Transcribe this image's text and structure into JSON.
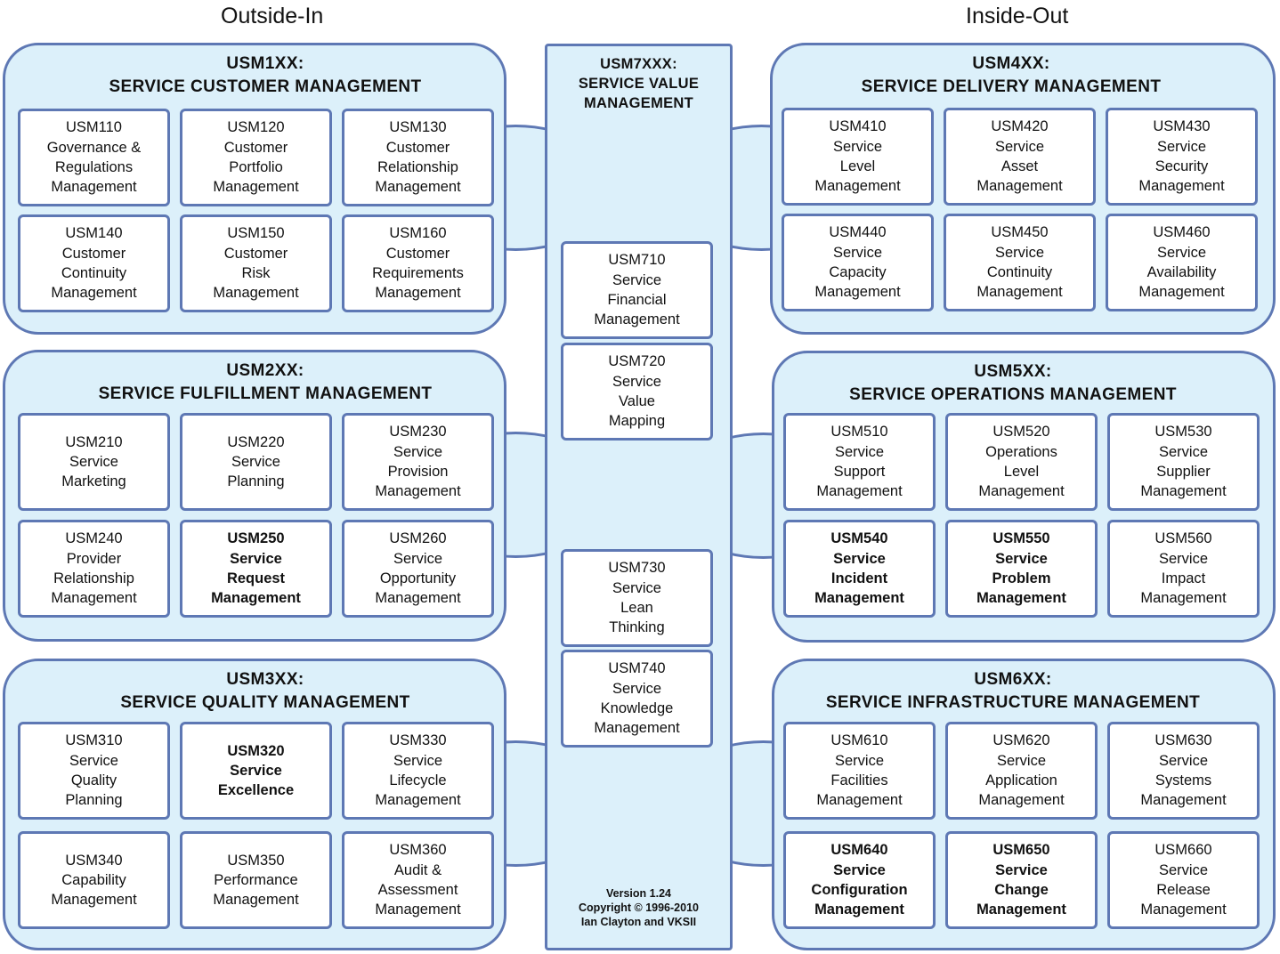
{
  "headings": {
    "left": "Outside-In",
    "right": "Inside-Out"
  },
  "groups": [
    {
      "code": "USM1XX:",
      "title": "SERVICE CUSTOMER MANAGEMENT",
      "boxes": [
        {
          "lines": [
            "USM110",
            "Governance &",
            "Regulations",
            "Management"
          ],
          "bold": false
        },
        {
          "lines": [
            "USM120",
            "Customer",
            "Portfolio",
            "Management"
          ],
          "bold": false
        },
        {
          "lines": [
            "USM130",
            "Customer",
            "Relationship",
            "Management"
          ],
          "bold": false
        },
        {
          "lines": [
            "USM140",
            "Customer",
            "Continuity",
            "Management"
          ],
          "bold": false
        },
        {
          "lines": [
            "USM150",
            "Customer",
            "Risk",
            "Management"
          ],
          "bold": false
        },
        {
          "lines": [
            "USM160",
            "Customer",
            "Requirements",
            "Management"
          ],
          "bold": false
        }
      ]
    },
    {
      "code": "USM2XX:",
      "title": "SERVICE FULFILLMENT MANAGEMENT",
      "boxes": [
        {
          "lines": [
            "USM210",
            "Service",
            "Marketing"
          ],
          "bold": false
        },
        {
          "lines": [
            "USM220",
            "Service",
            "Planning"
          ],
          "bold": false
        },
        {
          "lines": [
            "USM230",
            "Service",
            "Provision",
            "Management"
          ],
          "bold": false
        },
        {
          "lines": [
            "USM240",
            "Provider",
            "Relationship",
            "Management"
          ],
          "bold": false
        },
        {
          "lines": [
            "USM250",
            "Service",
            "Request",
            "Management"
          ],
          "bold": true
        },
        {
          "lines": [
            "USM260",
            "Service",
            "Opportunity",
            "Management"
          ],
          "bold": false
        }
      ]
    },
    {
      "code": "USM3XX:",
      "title": "SERVICE QUALITY MANAGEMENT",
      "boxes": [
        {
          "lines": [
            "USM310",
            "Service",
            "Quality",
            "Planning"
          ],
          "bold": false
        },
        {
          "lines": [
            "USM320",
            "Service",
            "Excellence"
          ],
          "bold": true
        },
        {
          "lines": [
            "USM330",
            "Service",
            "Lifecycle",
            "Management"
          ],
          "bold": false
        },
        {
          "lines": [
            "USM340",
            "Capability",
            "Management"
          ],
          "bold": false
        },
        {
          "lines": [
            "USM350",
            "Performance",
            "Management"
          ],
          "bold": false
        },
        {
          "lines": [
            "USM360",
            "Audit &",
            "Assessment",
            "Management"
          ],
          "bold": false
        }
      ]
    },
    {
      "code": "USM4XX:",
      "title": "SERVICE DELIVERY MANAGEMENT",
      "boxes": [
        {
          "lines": [
            "USM410",
            "Service",
            "Level",
            "Management"
          ],
          "bold": false
        },
        {
          "lines": [
            "USM420",
            "Service",
            "Asset",
            "Management"
          ],
          "bold": false
        },
        {
          "lines": [
            "USM430",
            "Service",
            "Security",
            "Management"
          ],
          "bold": false
        },
        {
          "lines": [
            "USM440",
            "Service",
            "Capacity",
            "Management"
          ],
          "bold": false
        },
        {
          "lines": [
            "USM450",
            "Service",
            "Continuity",
            "Management"
          ],
          "bold": false
        },
        {
          "lines": [
            "USM460",
            "Service",
            "Availability",
            "Management"
          ],
          "bold": false
        }
      ]
    },
    {
      "code": "USM5XX:",
      "title": "SERVICE OPERATIONS MANAGEMENT",
      "boxes": [
        {
          "lines": [
            "USM510",
            "Service",
            "Support",
            "Management"
          ],
          "bold": false
        },
        {
          "lines": [
            "USM520",
            "Operations",
            "Level",
            "Management"
          ],
          "bold": false
        },
        {
          "lines": [
            "USM530",
            "Service",
            "Supplier",
            "Management"
          ],
          "bold": false
        },
        {
          "lines": [
            "USM540",
            "Service",
            "Incident",
            "Management"
          ],
          "bold": true
        },
        {
          "lines": [
            "USM550",
            "Service",
            "Problem",
            "Management"
          ],
          "bold": true
        },
        {
          "lines": [
            "USM560",
            "Service",
            "Impact",
            "Management"
          ],
          "bold": false
        }
      ]
    },
    {
      "code": "USM6XX:",
      "title": "SERVICE INFRASTRUCTURE MANAGEMENT",
      "boxes": [
        {
          "lines": [
            "USM610",
            "Service",
            "Facilities",
            "Management"
          ],
          "bold": false
        },
        {
          "lines": [
            "USM620",
            "Service",
            "Application",
            "Management"
          ],
          "bold": false
        },
        {
          "lines": [
            "USM630",
            "Service",
            "Systems",
            "Management"
          ],
          "bold": false
        },
        {
          "lines": [
            "USM640",
            "Service",
            "Configuration",
            "Management"
          ],
          "bold": true
        },
        {
          "lines": [
            "USM650",
            "Service",
            "Change",
            "Management"
          ],
          "bold": true
        },
        {
          "lines": [
            "USM660",
            "Service",
            "Release",
            "Management"
          ],
          "bold": false
        }
      ]
    }
  ],
  "pillar": {
    "lines": [
      "USM7XXX:",
      "SERVICE VALUE",
      "MANAGEMENT"
    ],
    "boxes": [
      {
        "lines": [
          "USM710",
          "Service",
          "Financial",
          "Management"
        ],
        "bold": false
      },
      {
        "lines": [
          "USM720",
          "Service",
          "Value",
          "Mapping"
        ],
        "bold": false
      },
      {
        "lines": [
          "USM730",
          "Service",
          "Lean",
          "Thinking"
        ],
        "bold": false
      },
      {
        "lines": [
          "USM740",
          "Service",
          "Knowledge",
          "Management"
        ],
        "bold": false
      }
    ],
    "footer": [
      "Version 1.24",
      "Copyright © 1996-2010",
      "Ian Clayton and VKSII"
    ]
  },
  "colors": {
    "fill": "#dcf0fa",
    "border": "#5e78b4",
    "box": "#ffffff"
  }
}
